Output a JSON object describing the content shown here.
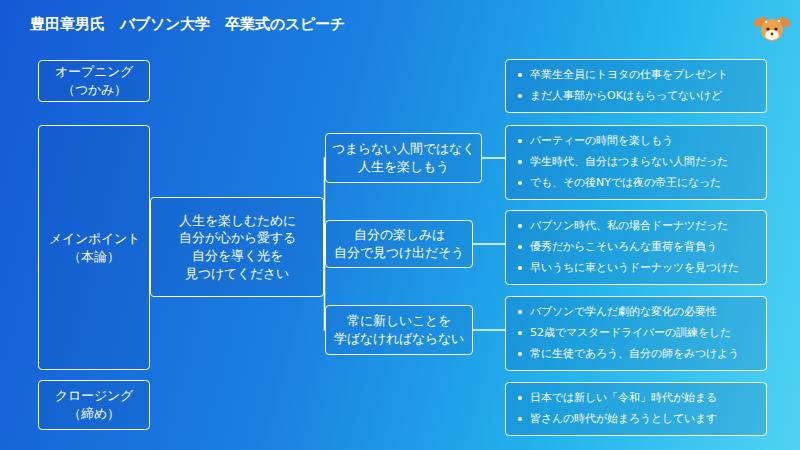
{
  "diagram": {
    "title": "豊田章男氏　バブソン大学　卒業式のスピーチ",
    "nodes": [
      {
        "text": [
          "オープニング （つかみ）"
        ]
      },
      {
        "text": [
          "卒業生全員にトヨタの仕事をプレゼント",
          "まだ人事部からOKはもらってないけど"
        ]
      },
      {
        "text": [
          "メインポイント （本論）"
        ]
      },
      {
        "text": [
          "人生を楽しむために 自分が心から愛する 自分を導く光を 見つけてください"
        ]
      },
      {
        "text": [
          "つまらない人間ではなく 人生を楽しもう"
        ]
      },
      {
        "text": [
          "パーティーの時間を楽しもう",
          "学生時代、自分はつまらない人間だった",
          "でも、その後NYでは夜の帝王になった"
        ]
      },
      {
        "text": [
          "自分の楽しみは 自分で見つけ出だそう"
        ]
      },
      {
        "text": [
          "バブソン時代、私の場合ドーナツだった",
          "優秀だからこそいろんな重荷を背負う",
          "早いうちに車というドーナッツを見つけた"
        ]
      },
      {
        "text": [
          "常に新しいことを 学ばなければならない"
        ]
      },
      {
        "text": [
          "バブソンで学んだ劇的な変化の必要性",
          "52歳でマスタードライバーの訓練をした",
          "常に生徒であろう、自分の師をみつけよう"
        ]
      },
      {
        "text": [
          "クロージング （締め）"
        ]
      },
      {
        "text": [
          "日本では新しい「令和」時代が始まる",
          "皆さんの時代が始まろうとしています"
        ]
      }
    ],
    "edges": [
      {
        "from": 2,
        "to": 3,
        "arrow": "none"
      },
      {
        "from": 3,
        "to": 4,
        "arrow": "none"
      },
      {
        "from": 3,
        "to": 6,
        "arrow": "none"
      },
      {
        "from": 3,
        "to": 8,
        "arrow": "none"
      },
      {
        "from": 4,
        "to": 5,
        "arrow": "none"
      },
      {
        "from": 6,
        "to": 7,
        "arrow": "none"
      },
      {
        "from": 8,
        "to": 9,
        "arrow": "none"
      }
    ]
  }
}
